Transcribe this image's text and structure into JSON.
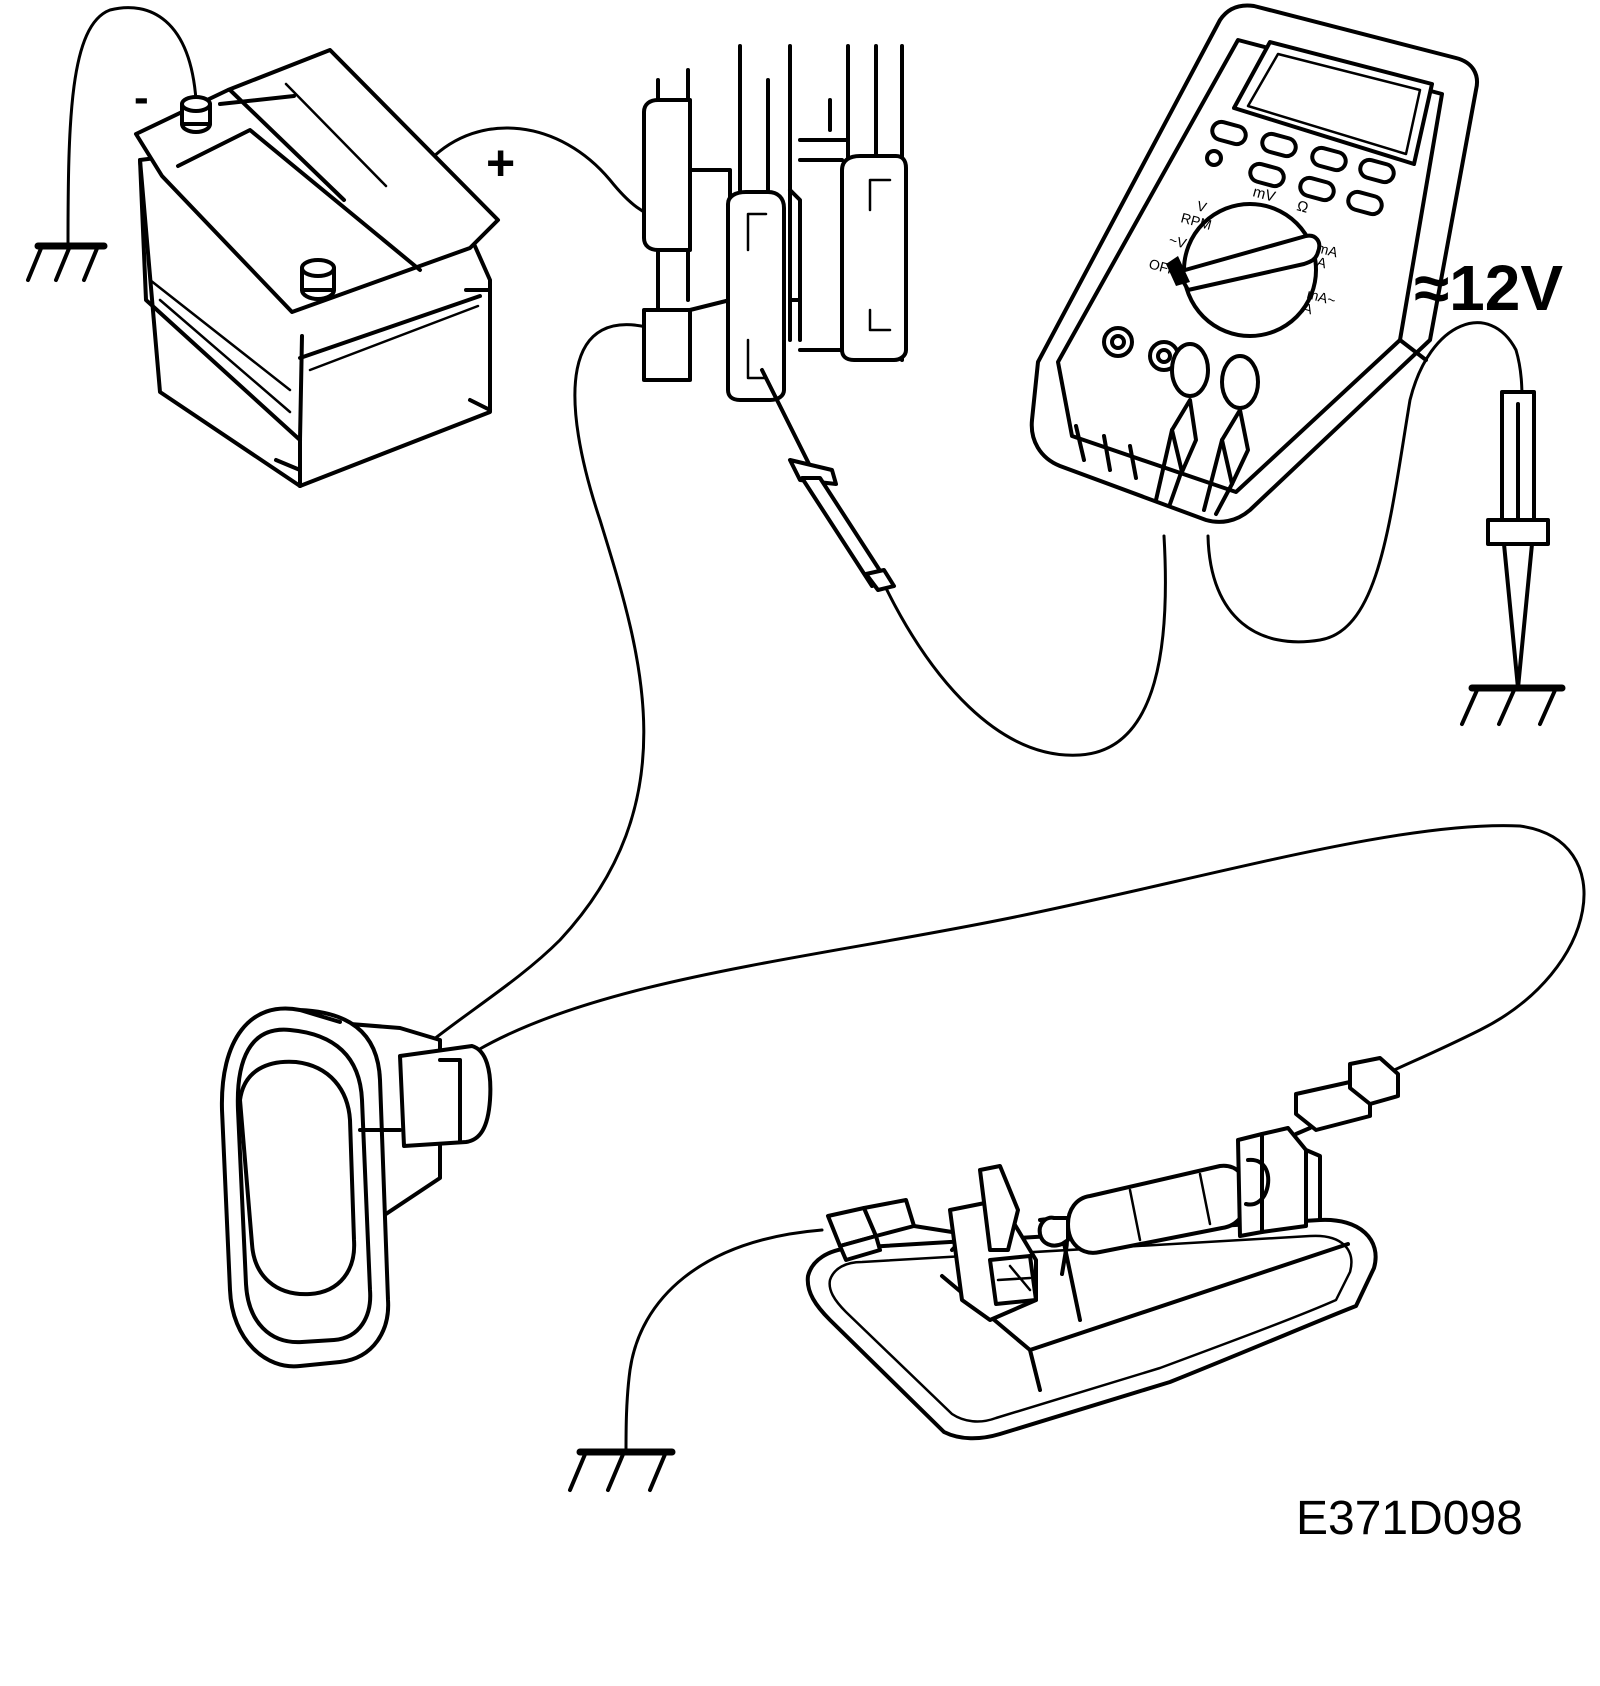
{
  "figure_id": "E371D098",
  "battery": {
    "negative_label": "-",
    "positive_label": "+"
  },
  "multimeter": {
    "reading": "≈12V",
    "dial_labels": {
      "dc_v": "V",
      "rpm": "RPM",
      "mv": "mV",
      "ohm": "Ω",
      "ac_v": "~V",
      "off": "OFF",
      "ma_dc": "mA",
      "a_dc": "A",
      "ma_ac": "mA~",
      "a_ac": "A"
    }
  }
}
